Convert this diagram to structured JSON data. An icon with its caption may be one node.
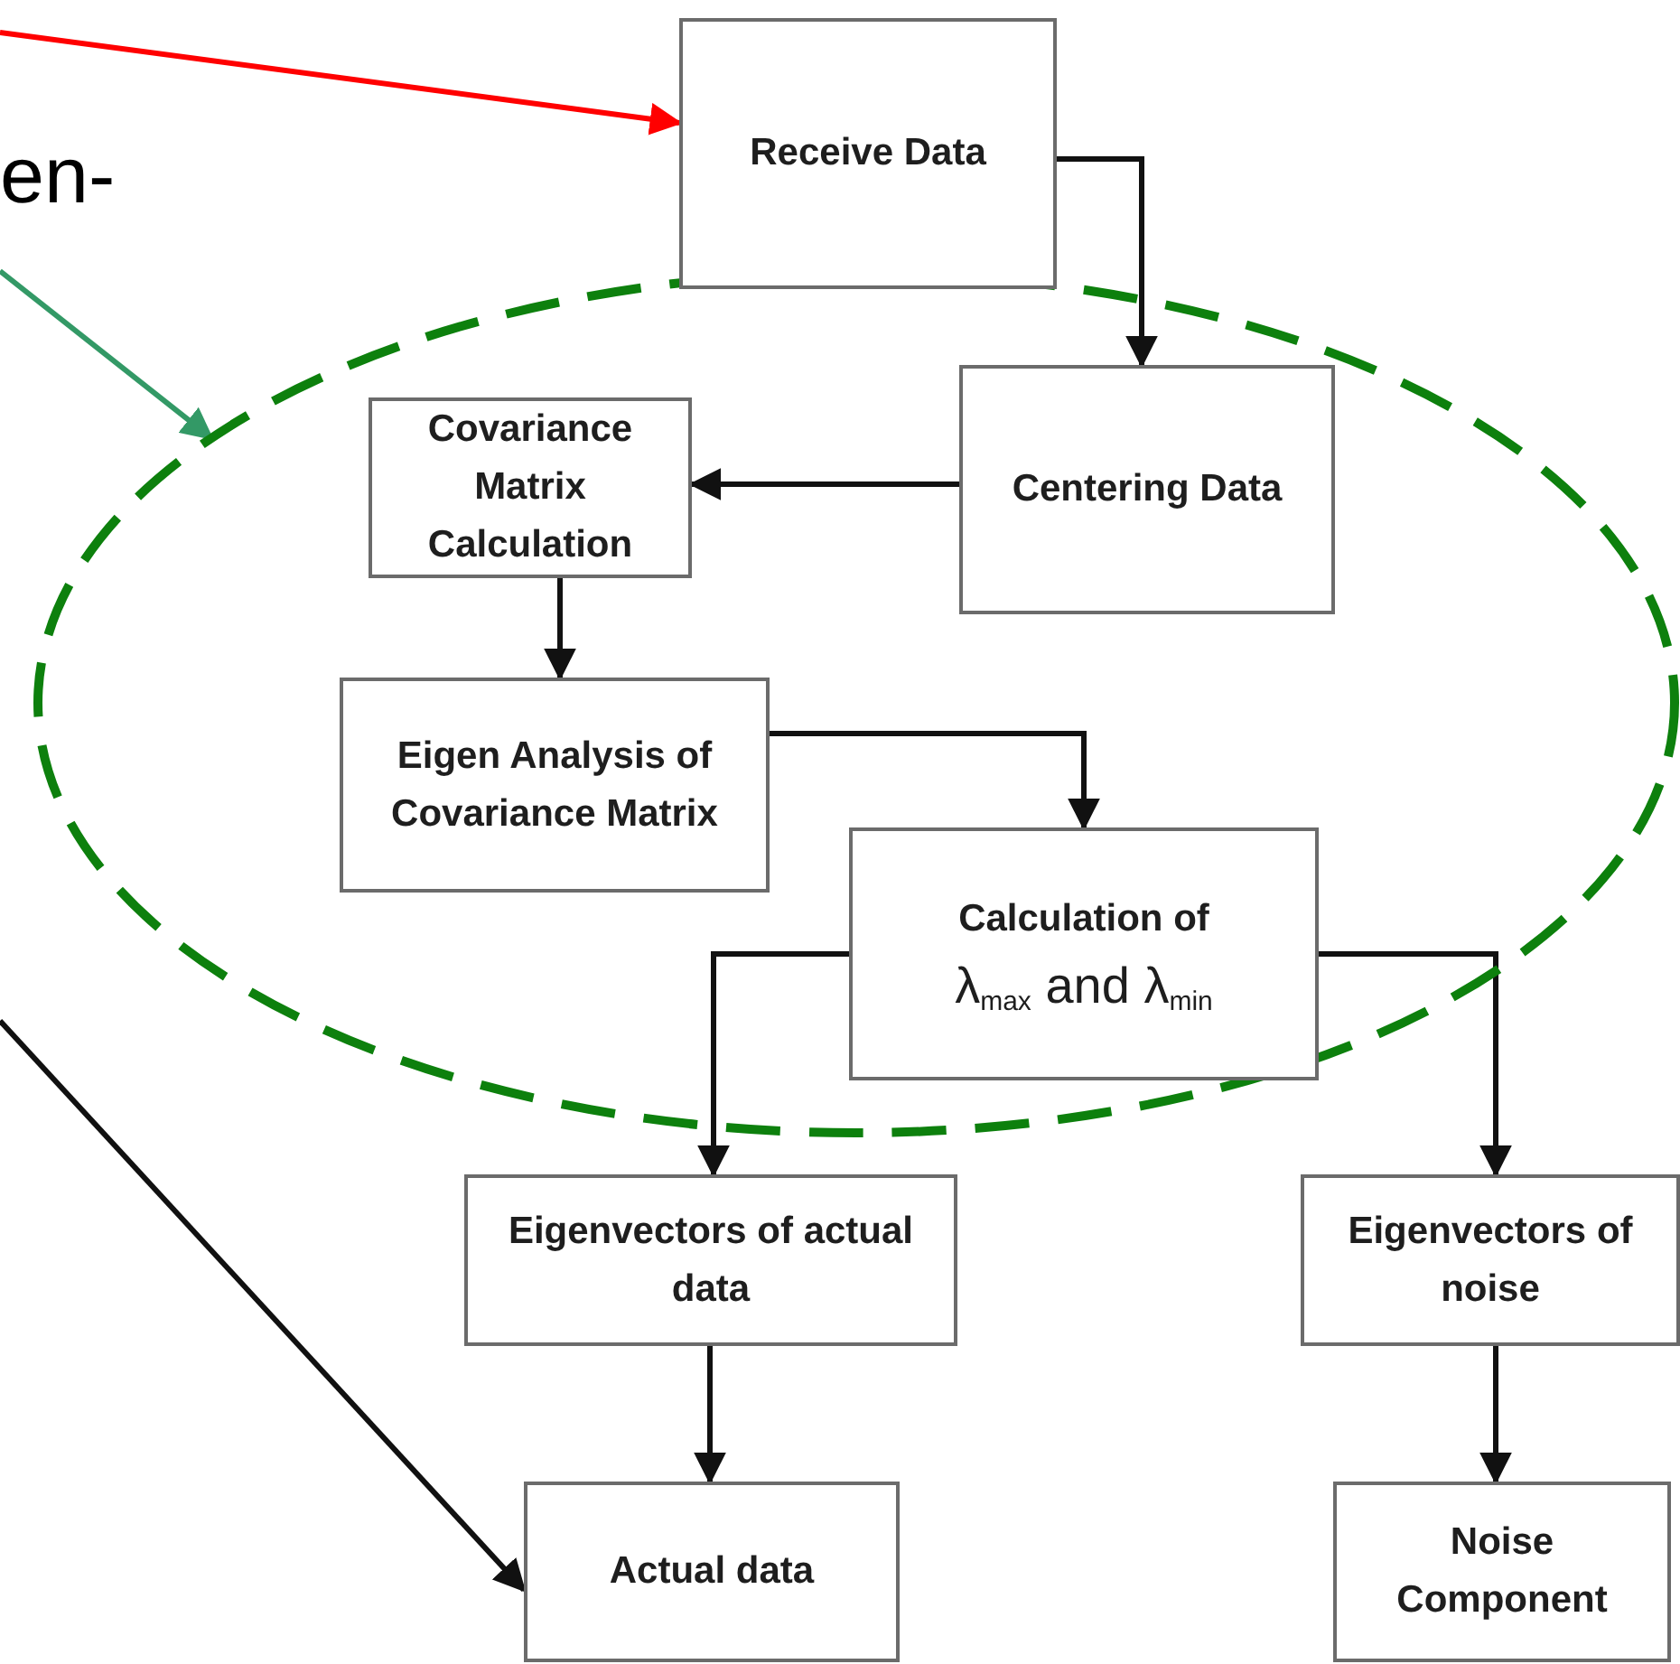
{
  "diagram": {
    "nodes": [
      {
        "text": [
          "Receive Data"
        ]
      },
      {
        "text": [
          "Centering Data"
        ],
        "in": 9
      },
      {
        "text": [
          "Covariance Matrix Calculation"
        ],
        "in": 9
      },
      {
        "text": [
          "Eigen Analysis of Covariance Matrix"
        ],
        "in": 9
      },
      {
        "text": [
          "Calculation of",
          "λ$_{max}$ and λ$_{min}$"
        ],
        "in": 9
      },
      {
        "text": [
          "Eigenvectors of actual data"
        ]
      },
      {
        "text": [
          "Eigenvectors of noise"
        ]
      },
      {
        "text": [
          "Actual data"
        ]
      },
      {
        "text": [
          "Noise Component"
        ]
      },
      {
        "text": [],
        "shape": "ellipse"
      }
    ],
    "edges": [
      {
        "from": 0,
        "to": 1,
        "arrow": "to"
      },
      {
        "from": 1,
        "to": 2,
        "arrow": "to"
      },
      {
        "from": 2,
        "to": 3,
        "arrow": "to"
      },
      {
        "from": 3,
        "to": 4,
        "arrow": "to"
      },
      {
        "from": 4,
        "to": 5,
        "arrow": "to"
      },
      {
        "from": 4,
        "to": 6,
        "arrow": "to"
      },
      {
        "from": 5,
        "to": 7,
        "arrow": "to"
      },
      {
        "from": 6,
        "to": 8,
        "arrow": "to"
      },
      {
        "from": null,
        "to": 0,
        "arrow": "to",
        "color": "#ff0000"
      },
      {
        "from": null,
        "to": 9,
        "arrow": "to",
        "color": "#339966"
      },
      {
        "from": null,
        "to": 7,
        "arrow": "to"
      }
    ],
    "labels": [
      "en-"
    ]
  }
}
